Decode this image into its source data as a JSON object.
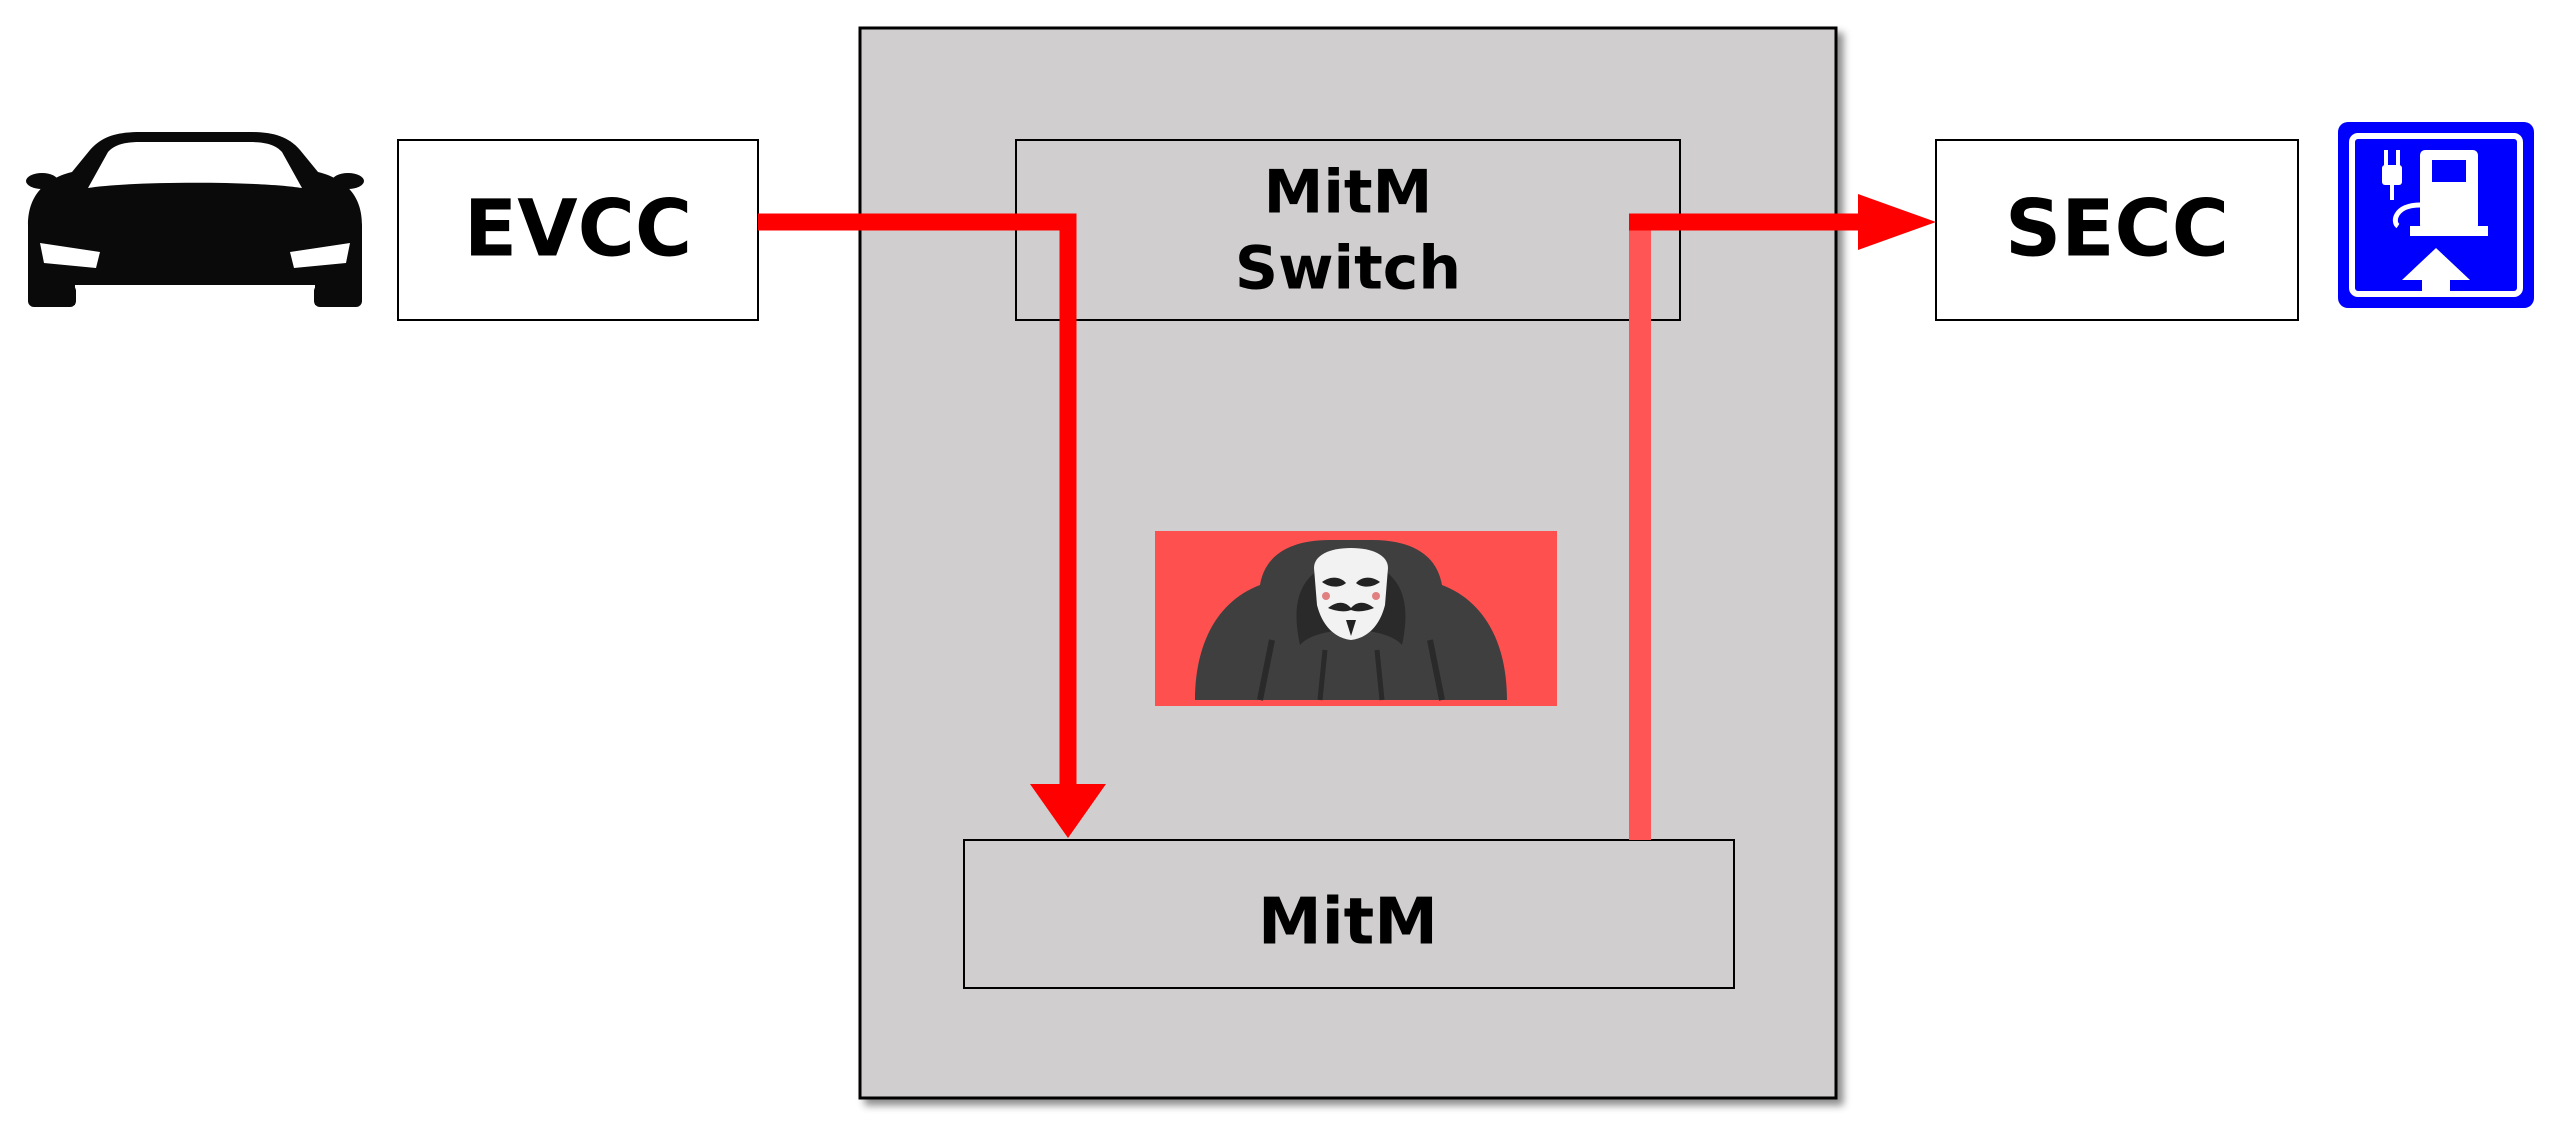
{
  "nodes": {
    "evcc": {
      "label": "EVCC"
    },
    "secc": {
      "label": "SECC"
    },
    "mitm_switch": {
      "label_line1": "MitM",
      "label_line2": "Switch"
    },
    "mitm": {
      "label": "MitM"
    }
  },
  "icons": {
    "vehicle": "car-icon",
    "charging_station": "ev-charging-station-icon",
    "attacker": "hooded-hacker-mask-icon"
  },
  "colors": {
    "flow_arrow": "#ff0000",
    "return_arrow": "#ff5555",
    "container_fill": "#d0cece",
    "hacker_background": "#ff5050",
    "charging_sign_blue": "#0000ff"
  }
}
